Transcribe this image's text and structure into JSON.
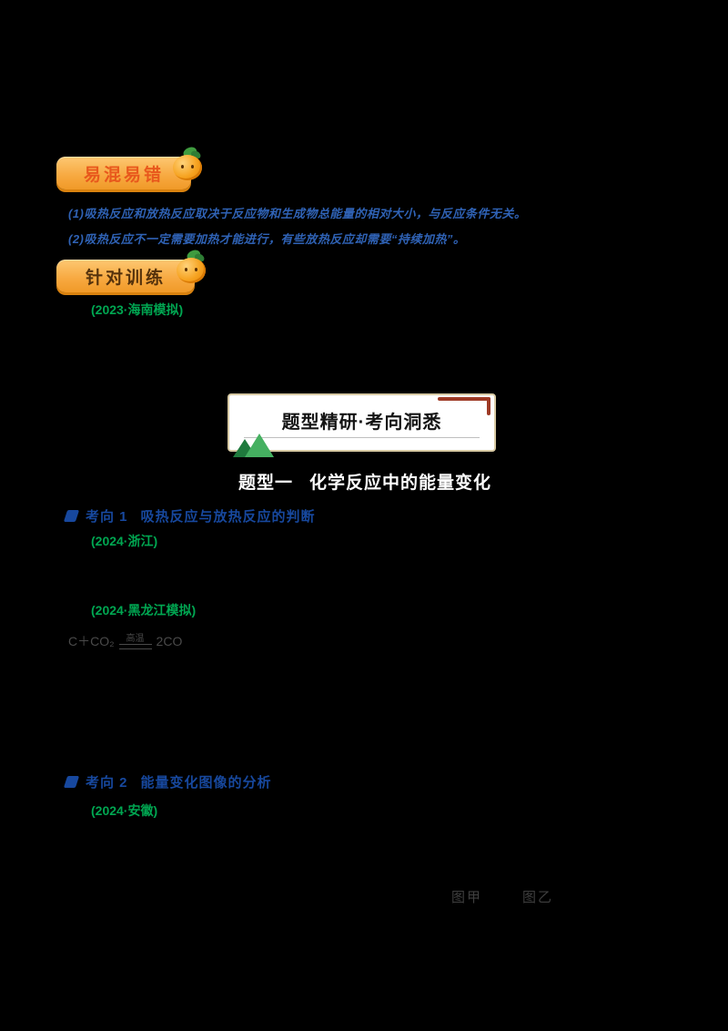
{
  "badges": {
    "confusion": {
      "label": "易混易错"
    },
    "training": {
      "label": "针对训练"
    }
  },
  "notes": {
    "line1": "(1)吸热反应和放热反应取决于反应物和生成物总能量的相对大小，与反应条件无关。",
    "line2": "(2)吸热反应不一定需要加热才能进行，有些放热反应却需要“持续加热”。"
  },
  "exercises": {
    "ex1": "(2023·海南模拟)",
    "ex2": "(2024·浙江)",
    "ex3": "(2024·黑龙江模拟)",
    "ex4": "(2024·安徽)"
  },
  "panel": {
    "title": "题型精研·考向洞悉"
  },
  "banner": {
    "label": "题型一",
    "title": "化学反应中的能量变化"
  },
  "sections": {
    "s1": {
      "tag": "考向 1",
      "title": "吸热反应与放热反应的判断"
    },
    "s2": {
      "tag": "考向 2",
      "title": "能量变化图像的分析"
    }
  },
  "equation": {
    "left": "C＋CO₂",
    "condition": "高温",
    "right": "2CO"
  },
  "captions": {
    "left": "图甲",
    "right": "图乙"
  },
  "colors": {
    "background": "#000000",
    "badge_orange": "#f7a83f",
    "badge1_text": "#e8581c",
    "note_blue": "#2f62b5",
    "source_green": "#00a651",
    "heading_blue": "#17489e",
    "corner_maroon": "#9e3a25",
    "mountain_green": "#45b061"
  }
}
